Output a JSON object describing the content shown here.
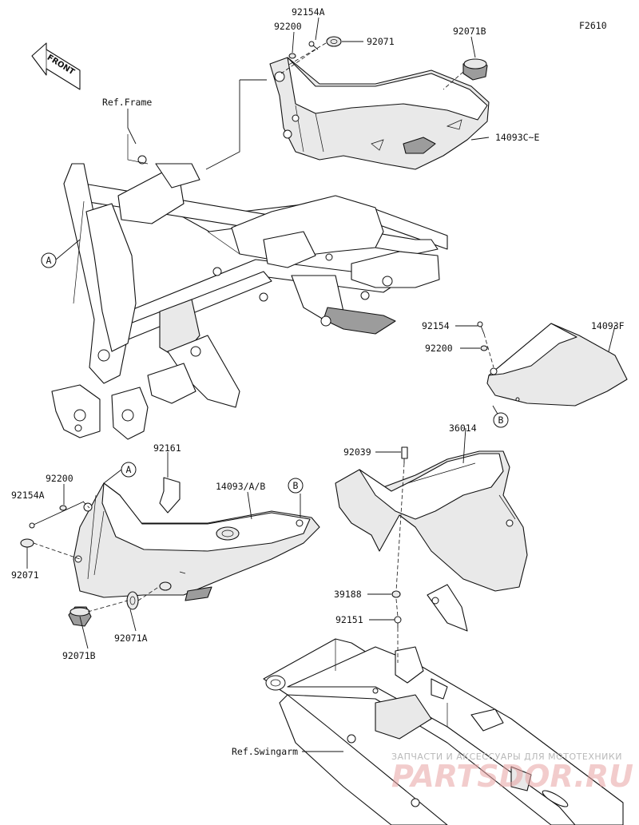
{
  "figure_id": "F2610",
  "front_label": "FRONT",
  "ref_labels": {
    "frame": "Ref.Frame",
    "swingarm": "Ref.Swingarm"
  },
  "callouts": {
    "a_upper": "A",
    "a_lower": "A",
    "b_upper": "B",
    "b_lower": "B"
  },
  "part_labels": {
    "p92154A_top": "92154A",
    "p92200_top": "92200",
    "p92071_top": "92071",
    "p92071B_top": "92071B",
    "p14093CE": "14093C~E",
    "p92154_mid": "92154",
    "p92200_mid": "92200",
    "p14093F": "14093F",
    "p92161": "92161",
    "p92200_left": "92200",
    "p92154A_left": "92154A",
    "p92071_left": "92071",
    "p14093AB": "14093/A/B",
    "p92071B_left": "92071B",
    "p92071A": "92071A",
    "p92039": "92039",
    "p36014": "36014",
    "p39188": "39188",
    "p92151": "92151"
  },
  "watermark": {
    "line1": "ЗАПЧАСТИ И АКСЕССУАРЫ ДЛЯ МОТОТЕХНИКИ",
    "line2": "PARTSDOR.RU"
  }
}
